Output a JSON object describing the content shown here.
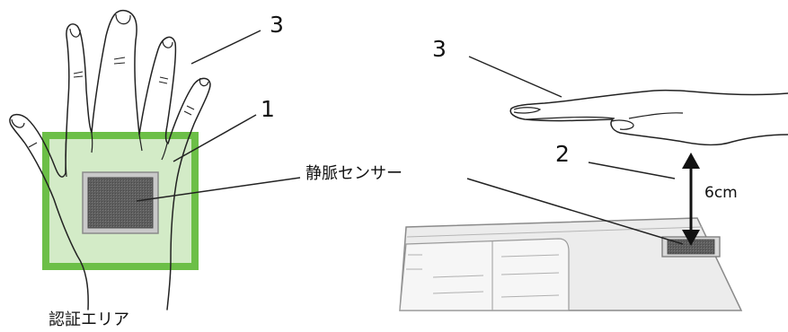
{
  "diagram": {
    "left_illustration": {
      "hand_label_number": "3",
      "area_label_number": "1",
      "area_caption": "認証エリア",
      "area_color": "#6cbf47",
      "area_fill_color": "#d3ebc7",
      "sensor_color": "#6d6d6d"
    },
    "center_label": "静脈センサー",
    "right_illustration": {
      "hand_label_number": "3",
      "distance_label_number": "2",
      "distance_value": "6cm"
    }
  }
}
